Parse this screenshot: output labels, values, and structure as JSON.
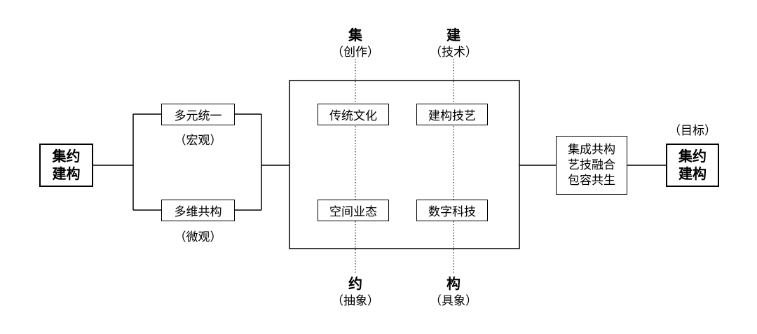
{
  "left_node": {
    "line1": "集约",
    "line2": "建构"
  },
  "macro": {
    "box": "多元统一",
    "caption": "（宏观）"
  },
  "micro": {
    "box": "多维共构",
    "caption": "（微观）"
  },
  "top_axes": [
    {
      "title": "集",
      "sub": "（创作）"
    },
    {
      "title": "建",
      "sub": "（技术）"
    }
  ],
  "bottom_axes": [
    {
      "title": "约",
      "sub": "（抽象）"
    },
    {
      "title": "构",
      "sub": "（具象）"
    }
  ],
  "quadrants": {
    "top_left": "传统文化",
    "top_right": "建构技艺",
    "bottom_left": "空间业态",
    "bottom_right": "数字科技"
  },
  "result": {
    "line1": "集成共构",
    "line2": "艺技融合",
    "line3": "包容共生"
  },
  "goal": {
    "caption": "（目标）",
    "line1": "集约",
    "line2": "建构"
  }
}
